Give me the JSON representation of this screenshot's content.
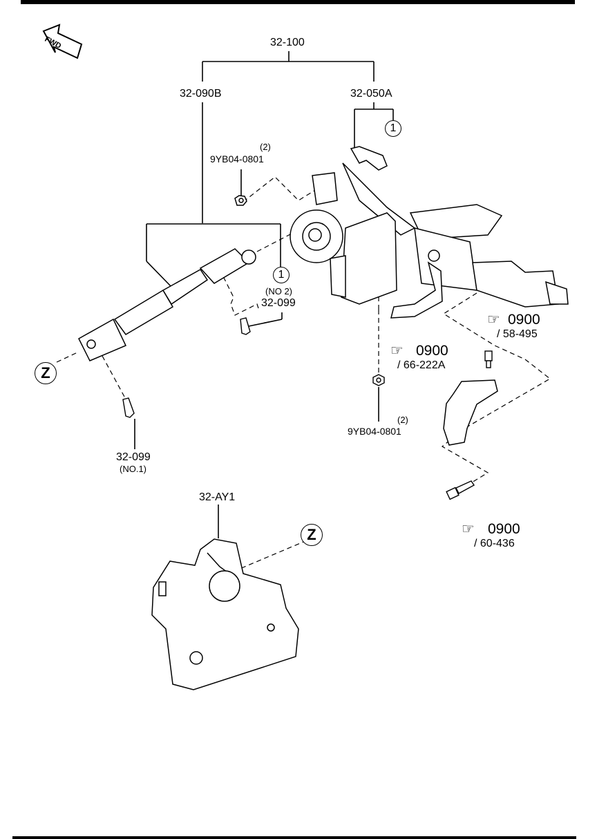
{
  "orientation": {
    "arrow_label": "FWD"
  },
  "assembly": {
    "main": "32-100",
    "shaft": "32-090B",
    "column": "32-050A",
    "cover": "32-AY1"
  },
  "callouts": {
    "circle_one": "1",
    "circle_z": "Z"
  },
  "parts": {
    "nut_upper": {
      "part": "9YB04-0801",
      "qty": "(2)"
    },
    "nut_lower": {
      "part": "9YB04-0801",
      "qty": "(2)"
    },
    "bolt_no2": {
      "part": "32-099",
      "note": "(NO 2)"
    },
    "bolt_no1": {
      "part": "32-099",
      "note": "(NO.1)"
    }
  },
  "references": [
    {
      "code": "0900",
      "page": "/ 58-495"
    },
    {
      "code": "0900",
      "page": "/ 66-222A"
    },
    {
      "code": "0900",
      "page": "/ 60-436"
    }
  ]
}
